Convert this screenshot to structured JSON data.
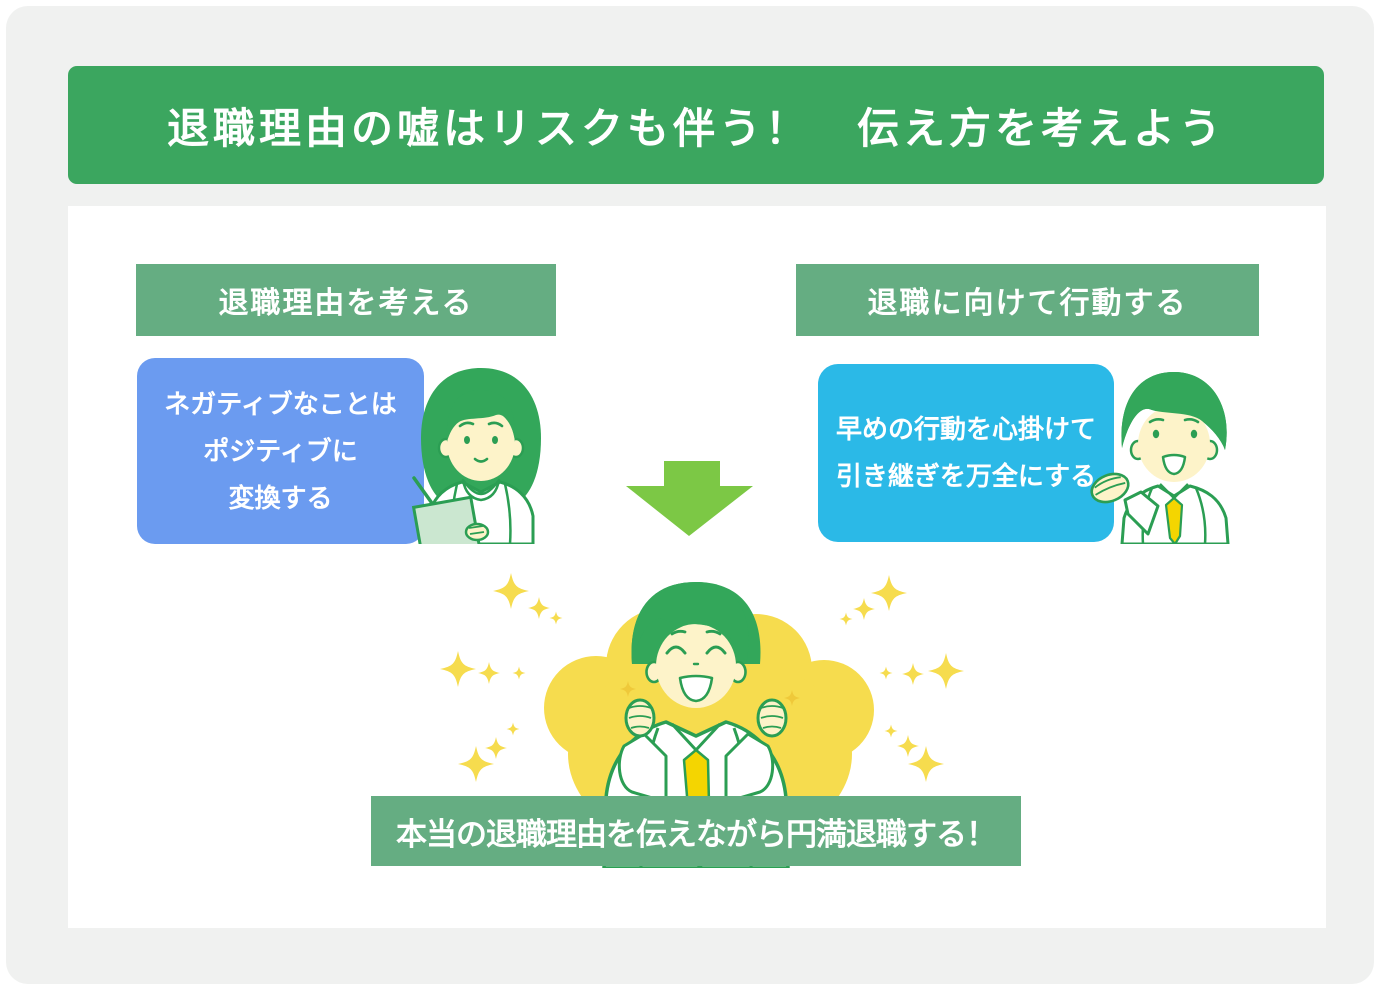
{
  "header": {
    "title": "退職理由の嘘はリスクも伴う！　伝え方を考えよう"
  },
  "columns": [
    {
      "header": "退職理由を考える",
      "bubble_lines": [
        "ネガティブなことは",
        "ポジティブに",
        "変換する"
      ],
      "character": "woman-with-clipboard"
    },
    {
      "header": "退職に向けて行動する",
      "bubble_lines": [
        "早めの行動を心掛けて",
        "引き継ぎを万全にする"
      ],
      "character": "man-explaining"
    }
  ],
  "result": {
    "banner": "本当の退職理由を伝えながら円満退職する！",
    "character": "happy-man-cheering"
  },
  "colors": {
    "page_background": "#FFFFFF",
    "card_background": "#F0F1F0",
    "header_green": "#3BA65F",
    "sage_green": "#65AD82",
    "blue_box": "#6B9BF0",
    "cyan_box": "#2BB9E7",
    "arrow_green": "#7CC845",
    "cloud_yellow": "#F6DC4E",
    "sparkle_yellow": "#F6DC4E",
    "outline_green": "#2B9E53",
    "hair_green": "#33A75A",
    "skin": "#FDF3C9",
    "tie_yellow": "#F4D501",
    "clipboard_mint": "#CBE7D0",
    "text_white": "#FFFFFF"
  }
}
